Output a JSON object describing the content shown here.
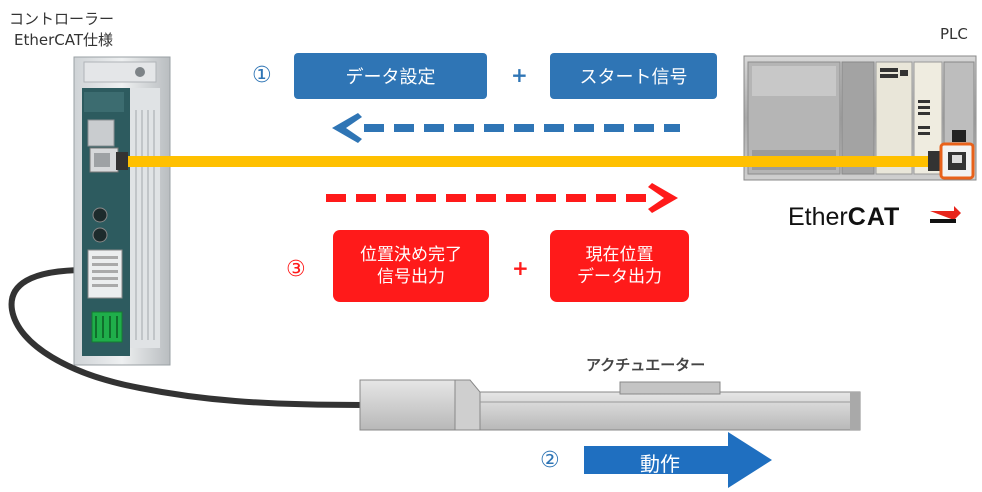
{
  "controller": {
    "line1": "コントローラー",
    "line2": "EtherCAT仕様"
  },
  "plc": {
    "label": "PLC"
  },
  "ethercat_logo": {
    "text_regular": "Ether",
    "text_bold": "CAT"
  },
  "step1": {
    "number": "①",
    "box_left": "データ設定",
    "plus": "+",
    "box_right": "スタート信号"
  },
  "step3": {
    "number": "③",
    "box_left_line1": "位置決め完了",
    "box_left_line2": "信号出力",
    "plus": "+",
    "box_right_line1": "現在位置",
    "box_right_line2": "データ出力"
  },
  "actuator": {
    "label": "アクチュエーター"
  },
  "step2": {
    "number": "②",
    "action": "動作"
  },
  "colors": {
    "blue": "#2f75b5",
    "red": "#ff1a1a",
    "cable": "#ffc000",
    "plc_port_outline": "#e8611a"
  }
}
